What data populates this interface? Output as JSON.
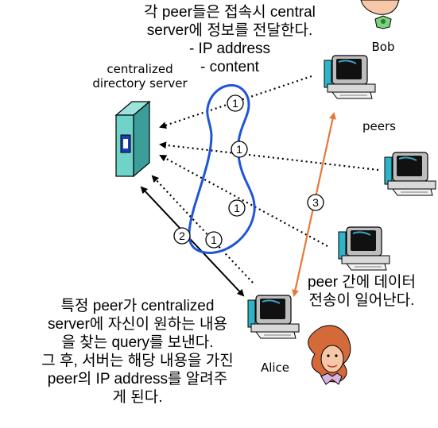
{
  "top_note": {
    "line1": "각 peer들은 접속시 central",
    "line2": "server에 정보를 전달한다.",
    "line3": "- IP address",
    "line4": "- content"
  },
  "server_label": {
    "line1": "centralized",
    "line2": "directory server"
  },
  "labels": {
    "bob": "Bob",
    "peers": "peers",
    "alice": "Alice"
  },
  "transfer_note": {
    "line1": "peer 간에 데이터",
    "line2": "전송이 일어난다."
  },
  "query_note": {
    "line1": "특정 peer가 centralized",
    "line2": "server에 자신이 원하는 내용",
    "line3": "을 찾는 query를 보낸다.",
    "line4": "그 후, 서버는 해당 내용을 가진",
    "line5": "peer의 IP address를 알려주",
    "line6": "게 된다."
  },
  "step_markers": {
    "s1": "1",
    "s2": "2",
    "s3": "3"
  },
  "colors": {
    "group_outline": "#1f55d6",
    "transfer_arrow": "#e8773a",
    "server_body": "#6fd3c9"
  },
  "icons": [
    "server-icon",
    "computer-icon",
    "person-icon"
  ]
}
